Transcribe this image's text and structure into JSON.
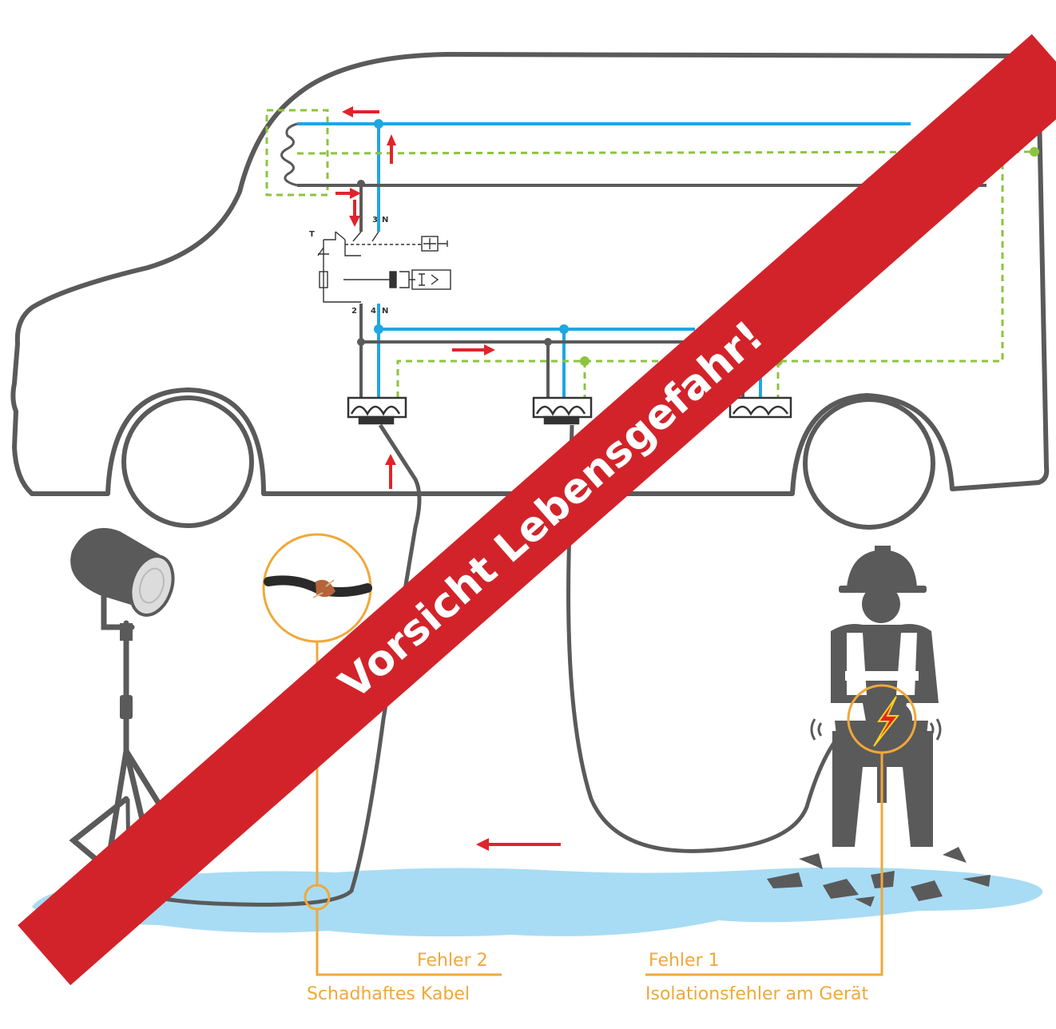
{
  "warning_banner": {
    "text": "Vorsicht Lebensgefahr!",
    "color": "#d2232a"
  },
  "circuit_labels": {
    "t": "T",
    "top_3": "3",
    "top_n": "N",
    "bottom_2": "2",
    "bottom_4": "4",
    "bottom_n": "N"
  },
  "fault_1": {
    "title": "Fehler 1",
    "description": "Isolationsfehler am Gerät"
  },
  "fault_2": {
    "title": "Fehler 2",
    "description": "Schadhaftes Kabel"
  },
  "colors": {
    "van_outline": "#5a5a5a",
    "neutral_wire": "#1ea7e1",
    "earth_wire": "#8cc43f",
    "fault_current_arrow": "#e0242b",
    "fault_marker": "#f0a83a",
    "water": "#a8dcf4"
  },
  "icons": [
    "floodlight-icon",
    "worker-with-drill-icon",
    "lightning-icon",
    "damaged-cable-icon",
    "socket-icon",
    "rcd-switch-icon"
  ]
}
